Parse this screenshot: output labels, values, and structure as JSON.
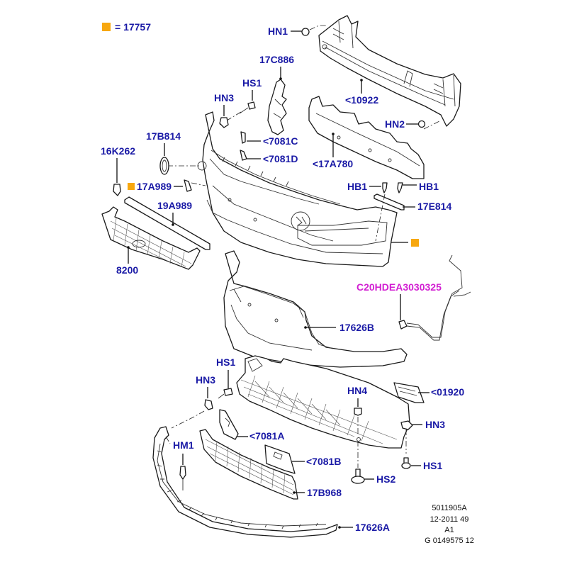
{
  "diagram": {
    "title": "Front bumper exploded parts diagram",
    "legend": {
      "symbol": "orange-square",
      "text": "= 17757",
      "color": "#f7a70f"
    },
    "label_color": "#1a1aa6",
    "highlight_label_color": "#d21fd2",
    "labels": {
      "hn1_top": "HN1",
      "p10922": "<10922",
      "p17c886": "17C886",
      "hs1_top": "HS1",
      "hn3_top": "HN3",
      "hn2": "HN2",
      "p7081c": "<7081C",
      "p7081d": "<7081D",
      "p17b814": "17B814",
      "p17a780": "<17A780",
      "p16k262": "16K262",
      "p17a989": "17A989",
      "p19a989": "19A989",
      "hb1_left": "HB1",
      "hb1_right": "HB1",
      "p17e814": "17E814",
      "p8200": "8200",
      "c20": "C20HDEA3030325",
      "p17626b": "17626B",
      "hs1_mid": "HS1",
      "hn3_mid": "HN3",
      "hn4": "HN4",
      "p01920": "<01920",
      "hn3_right": "HN3",
      "p7081a": "<7081A",
      "hm1": "HM1",
      "p7081b": "<7081B",
      "hs1_right": "HS1",
      "hs2": "HS2",
      "p17b968": "17B968",
      "p17626a": "17626A"
    },
    "reference_block": {
      "line1": "5011905A",
      "line2": "12-2011 49",
      "line3": "A1",
      "line4": "G 0149575 12"
    }
  }
}
